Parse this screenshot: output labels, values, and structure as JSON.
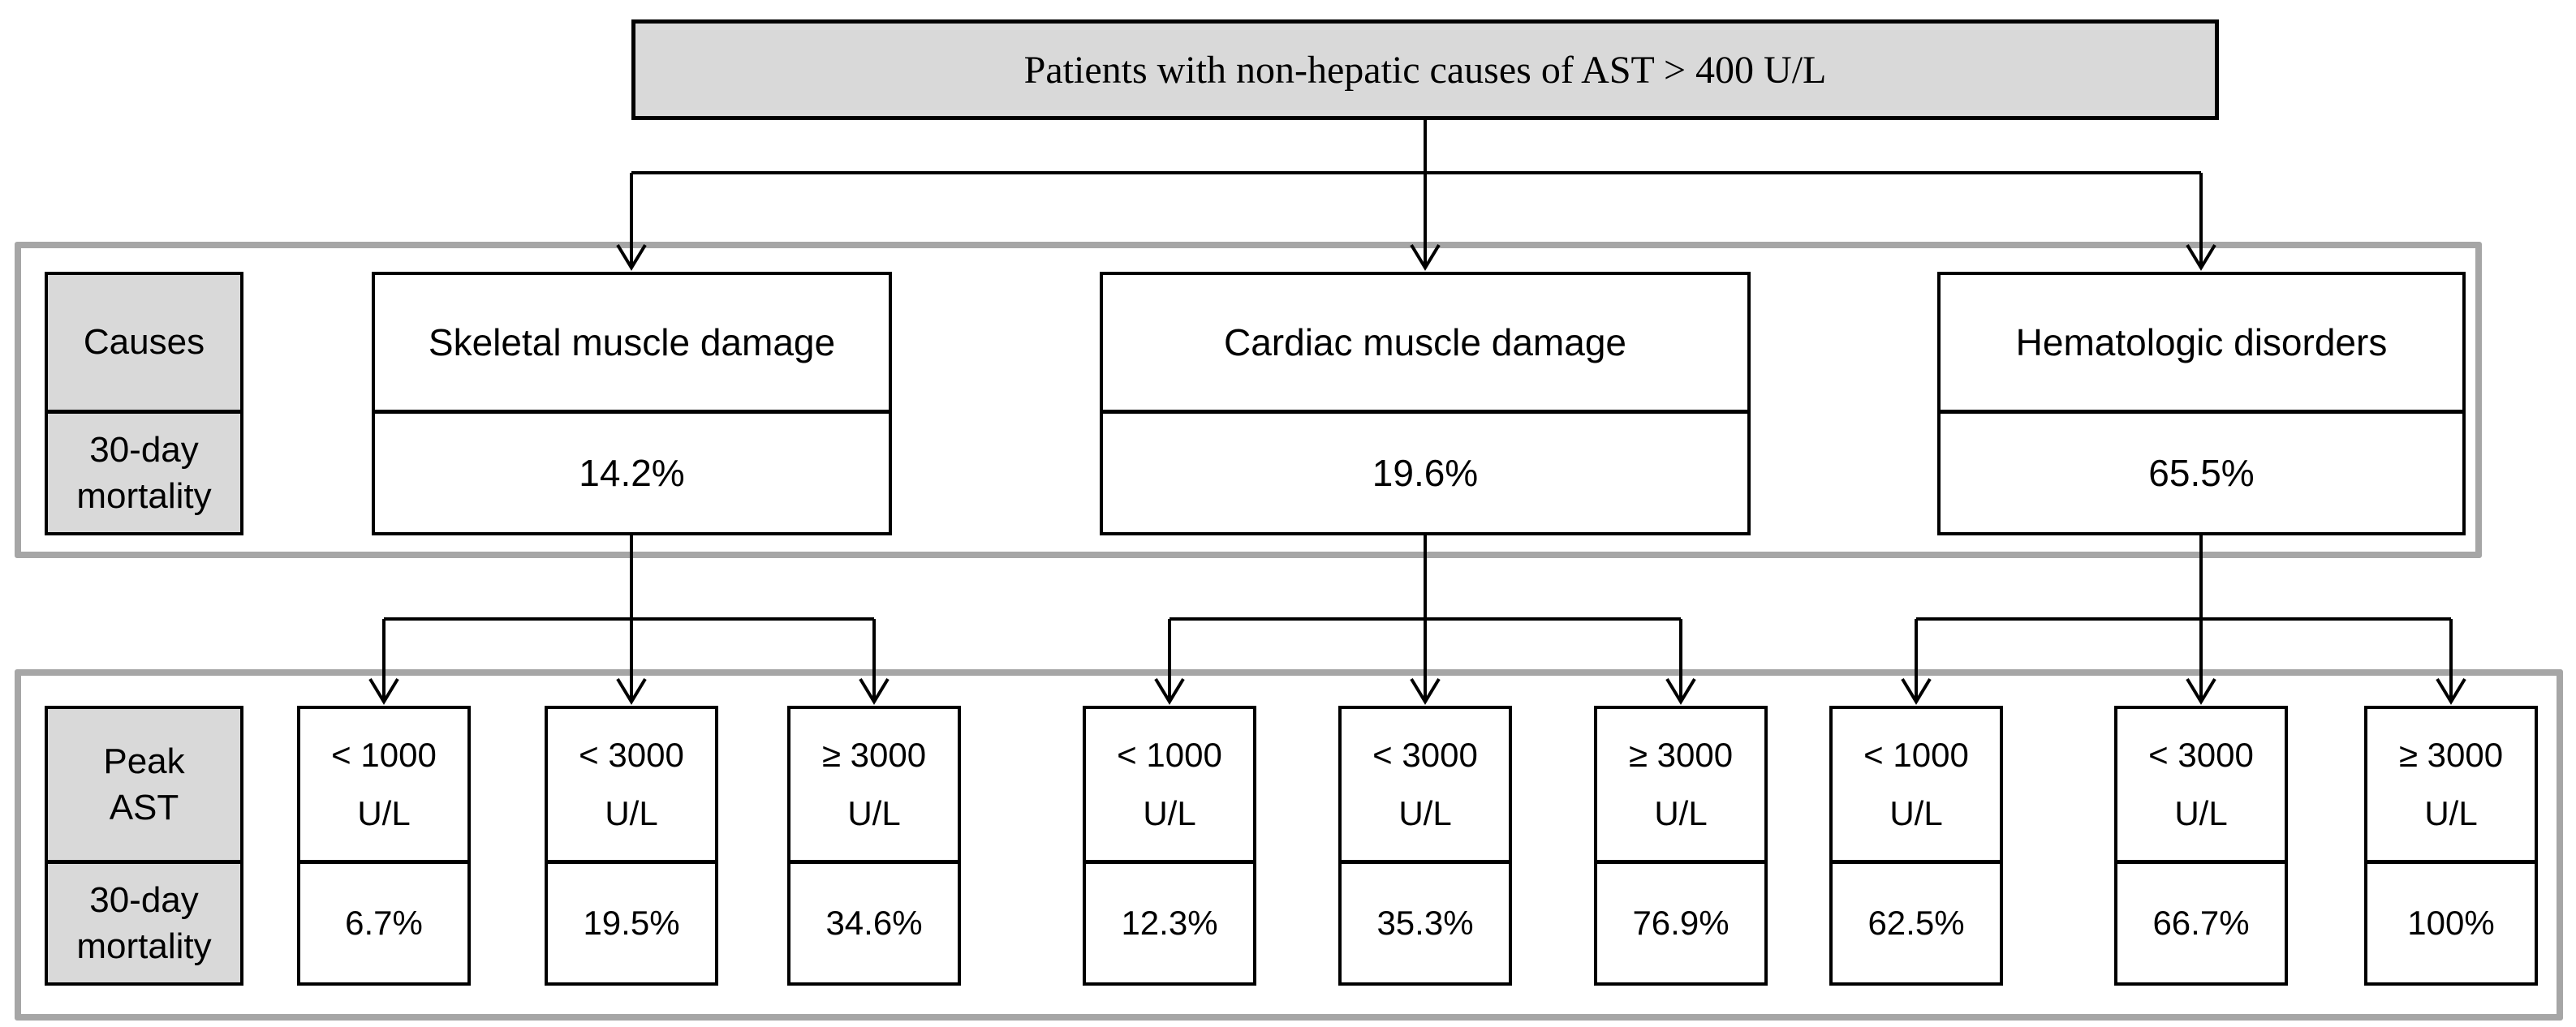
{
  "colors": {
    "background": "#ffffff",
    "box_fill_gray": "#d9d9d9",
    "container_border_gray": "#a6a6a6",
    "box_border": "#000000",
    "connector": "#000000"
  },
  "root_box": {
    "label": "Patients with non-hepatic causes of AST > 400 U/L"
  },
  "causes_row": {
    "header_label": "Causes",
    "mortality_label": "30-day mortality"
  },
  "peak_ast_row": {
    "header_label_line1": "Peak",
    "header_label_line2": "AST",
    "mortality_label": "30-day mortality"
  },
  "groups": [
    {
      "cause": "Skeletal muscle damage",
      "mortality": "14.2%",
      "children": [
        {
          "range": "< 1000",
          "unit": "U/L",
          "mortality": "6.7%"
        },
        {
          "range": "< 3000",
          "unit": "U/L",
          "mortality": "19.5%"
        },
        {
          "range": "≥ 3000",
          "unit": "U/L",
          "mortality": "34.6%"
        }
      ]
    },
    {
      "cause": "Cardiac muscle damage",
      "mortality": "19.6%",
      "children": [
        {
          "range": "< 1000",
          "unit": "U/L",
          "mortality": "12.3%"
        },
        {
          "range": "< 3000",
          "unit": "U/L",
          "mortality": "35.3%"
        },
        {
          "range": "≥ 3000",
          "unit": "U/L",
          "mortality": "76.9%"
        }
      ]
    },
    {
      "cause": "Hematologic disorders",
      "mortality": "65.5%",
      "children": [
        {
          "range": "< 1000",
          "unit": "U/L",
          "mortality": "62.5%"
        },
        {
          "range": "< 3000",
          "unit": "U/L",
          "mortality": "66.7%"
        },
        {
          "range": "≥ 3000",
          "unit": "U/L",
          "mortality": "100%"
        }
      ]
    }
  ]
}
